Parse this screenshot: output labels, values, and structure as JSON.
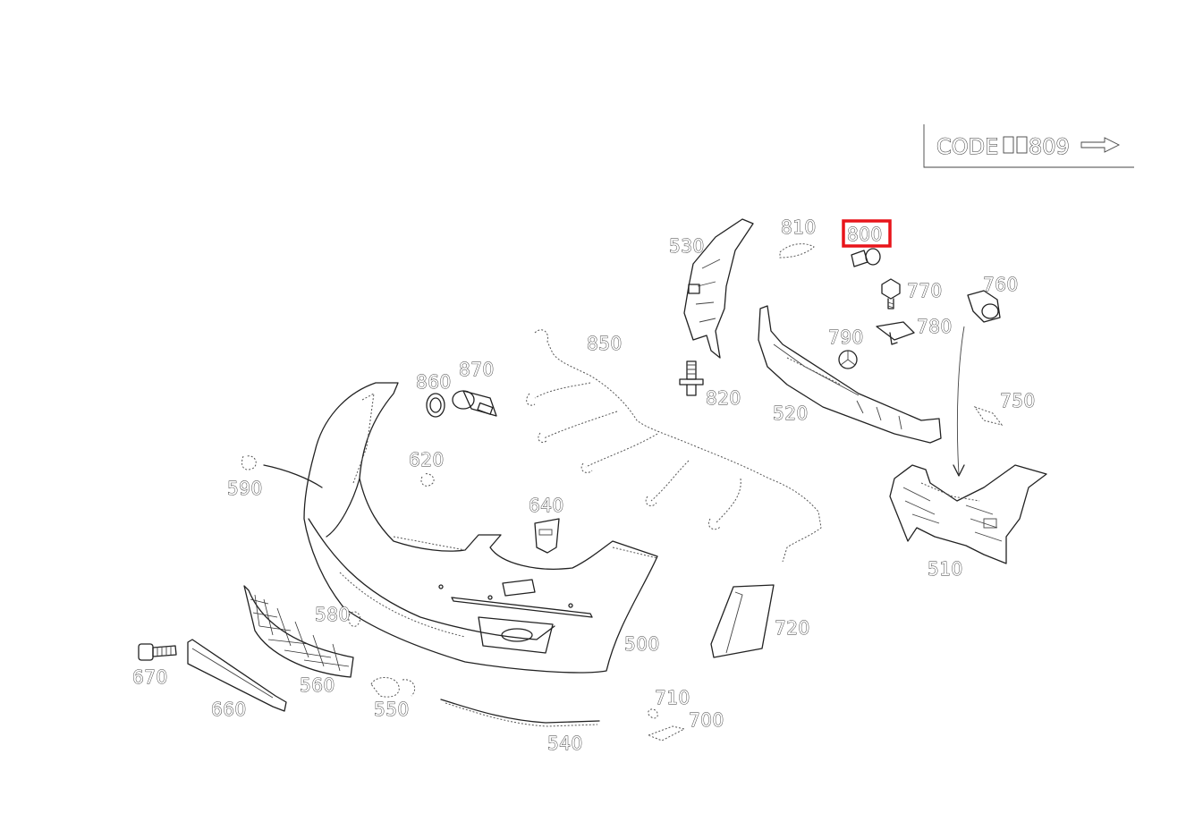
{
  "code_box": {
    "prefix": "CODE",
    "code": "809",
    "arrow": "right-arrow-icon"
  },
  "highlighted_part": "800",
  "highlight_color": "#e8141a",
  "labels": {
    "p500": "500",
    "p510": "510",
    "p520": "520",
    "p530": "530",
    "p540": "540",
    "p550": "550",
    "p560": "560",
    "p580": "580",
    "p590": "590",
    "p620": "620",
    "p640": "640",
    "p660": "660",
    "p670": "670",
    "p700": "700",
    "p710": "710",
    "p720": "720",
    "p750": "750",
    "p760": "760",
    "p770": "770",
    "p780": "780",
    "p790": "790",
    "p800": "800",
    "p810": "810",
    "p820": "820",
    "p850": "850",
    "p860": "860",
    "p870": "870"
  }
}
